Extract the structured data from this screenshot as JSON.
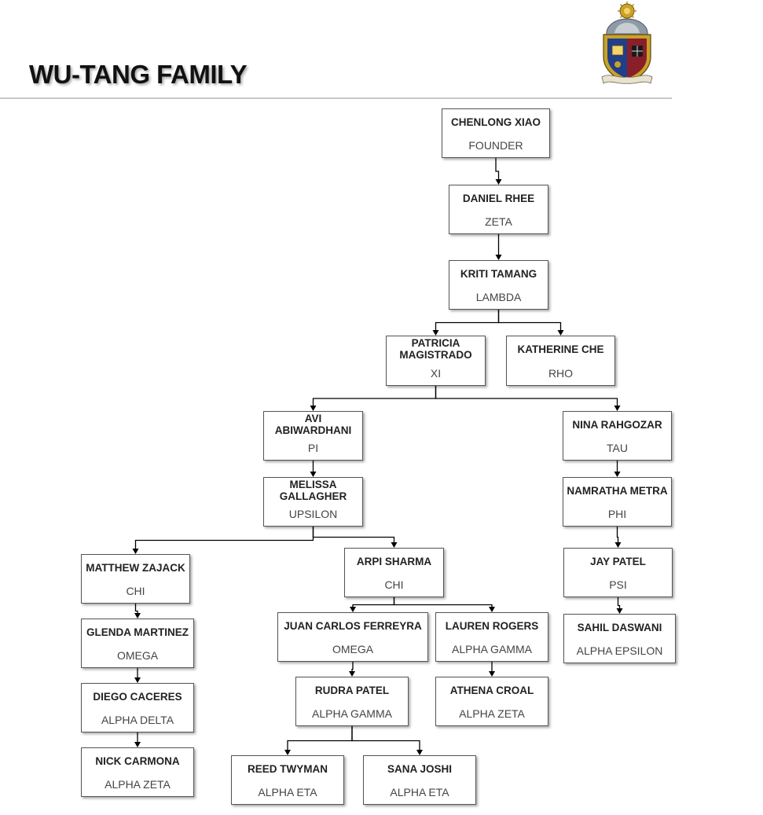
{
  "title": "WU-TANG FAMILY",
  "colors": {
    "box_border": "#555555",
    "line": "#000000",
    "rule": "#c8c8c8"
  },
  "crest": {
    "icon": "crest-icon"
  },
  "members": {
    "chenlong": {
      "name": "CHENLONG XIAO",
      "chapter": "FOUNDER"
    },
    "daniel": {
      "name": "DANIEL RHEE",
      "chapter": "ZETA"
    },
    "kriti": {
      "name": "KRITI TAMANG",
      "chapter": "LAMBDA"
    },
    "patricia": {
      "name": "PATRICIA MAGISTRADO",
      "chapter": "XI"
    },
    "katherine": {
      "name": "KATHERINE CHE",
      "chapter": "RHO"
    },
    "avi": {
      "name": "AVI ABIWARDHANI",
      "chapter": "PI"
    },
    "melissa": {
      "name": "MELISSA GALLAGHER",
      "chapter": "UPSILON"
    },
    "nina": {
      "name": "NINA RAHGOZAR",
      "chapter": "TAU"
    },
    "namratha": {
      "name": "NAMRATHA METRA",
      "chapter": "PHI"
    },
    "jay": {
      "name": "JAY PATEL",
      "chapter": "PSI"
    },
    "sahil": {
      "name": "SAHIL DASWANI",
      "chapter": "ALPHA EPSILON"
    },
    "matthew": {
      "name": "MATTHEW ZAJACK",
      "chapter": "CHI"
    },
    "glenda": {
      "name": "GLENDA MARTINEZ",
      "chapter": "OMEGA"
    },
    "diego": {
      "name": "DIEGO CACERES",
      "chapter": "ALPHA DELTA"
    },
    "nick": {
      "name": "NICK CARMONA",
      "chapter": "ALPHA ZETA"
    },
    "arpi": {
      "name": "ARPI SHARMA",
      "chapter": "CHI"
    },
    "juan": {
      "name": "JUAN CARLOS FERREYRA",
      "chapter": "OMEGA"
    },
    "lauren": {
      "name": "LAUREN ROGERS",
      "chapter": "ALPHA GAMMA"
    },
    "rudra": {
      "name": "RUDRA PATEL",
      "chapter": "ALPHA GAMMA"
    },
    "athena": {
      "name": "ATHENA CROAL",
      "chapter": "ALPHA ZETA"
    },
    "reed": {
      "name": "REED TWYMAN",
      "chapter": "ALPHA ETA"
    },
    "sana": {
      "name": "SANA JOSHI",
      "chapter": "ALPHA ETA"
    }
  },
  "edges": [
    [
      "chenlong",
      "daniel"
    ],
    [
      "daniel",
      "kriti"
    ],
    [
      "kriti",
      "patricia"
    ],
    [
      "kriti",
      "katherine"
    ],
    [
      "patricia",
      "avi"
    ],
    [
      "patricia",
      "nina"
    ],
    [
      "avi",
      "melissa"
    ],
    [
      "melissa",
      "matthew"
    ],
    [
      "melissa",
      "arpi"
    ],
    [
      "matthew",
      "glenda"
    ],
    [
      "glenda",
      "diego"
    ],
    [
      "diego",
      "nick"
    ],
    [
      "arpi",
      "juan"
    ],
    [
      "arpi",
      "lauren"
    ],
    [
      "juan",
      "rudra"
    ],
    [
      "lauren",
      "athena"
    ],
    [
      "rudra",
      "reed"
    ],
    [
      "rudra",
      "sana"
    ],
    [
      "nina",
      "namratha"
    ],
    [
      "namratha",
      "jay"
    ],
    [
      "jay",
      "sahil"
    ]
  ]
}
